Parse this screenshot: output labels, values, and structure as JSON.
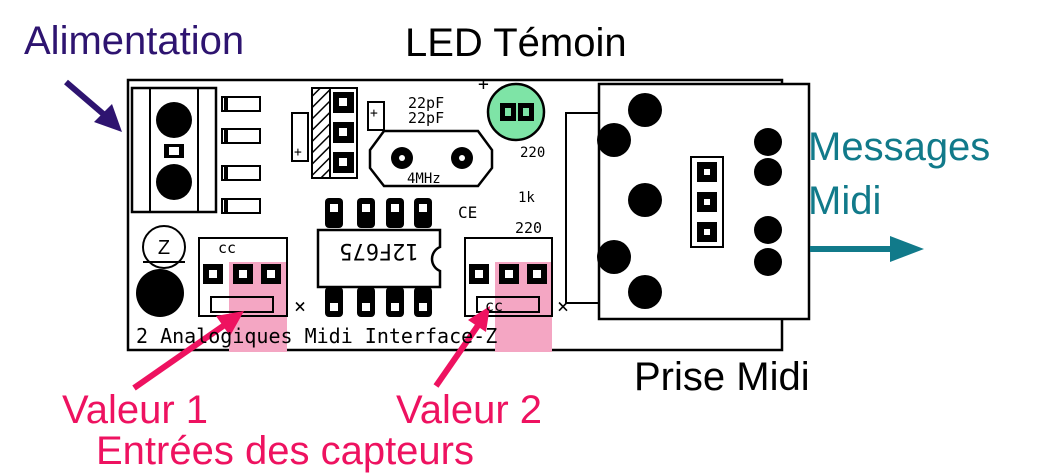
{
  "labels": {
    "power": "Alimentation",
    "led": "LED Témoin",
    "messages_line1": "Messages",
    "messages_line2": "Midi",
    "midi_socket": "Prise Midi",
    "value1": "Valeur 1",
    "value2": "Valeur 2",
    "sensor_inputs": "Entrées des capteurs"
  },
  "silkscreen": {
    "cap1": "22pF",
    "cap2": "22pF",
    "crystal": "4MHz",
    "chip": "12F675",
    "ce_mark": "CE",
    "res_1k": "1k",
    "res_220_top": "220",
    "res_220_bottom": "220",
    "cc_left": "cc",
    "cc_right": "cc",
    "cross_left": "×",
    "cross_right": "×",
    "board_title": "2 Analogiques Midi Interface-Z",
    "plus_led": "+",
    "plus_cap_left": "+",
    "plus_cap_right": "+",
    "regulator_letter": "Z"
  },
  "colors": {
    "power_label": "#2e1470",
    "led_label": "#000000",
    "messages_label": "#117a8a",
    "socket_label": "#000000",
    "sensor_labels": "#ee1260",
    "highlight_pink": "#f4a6c3",
    "led_green": "#7ee4a6"
  }
}
